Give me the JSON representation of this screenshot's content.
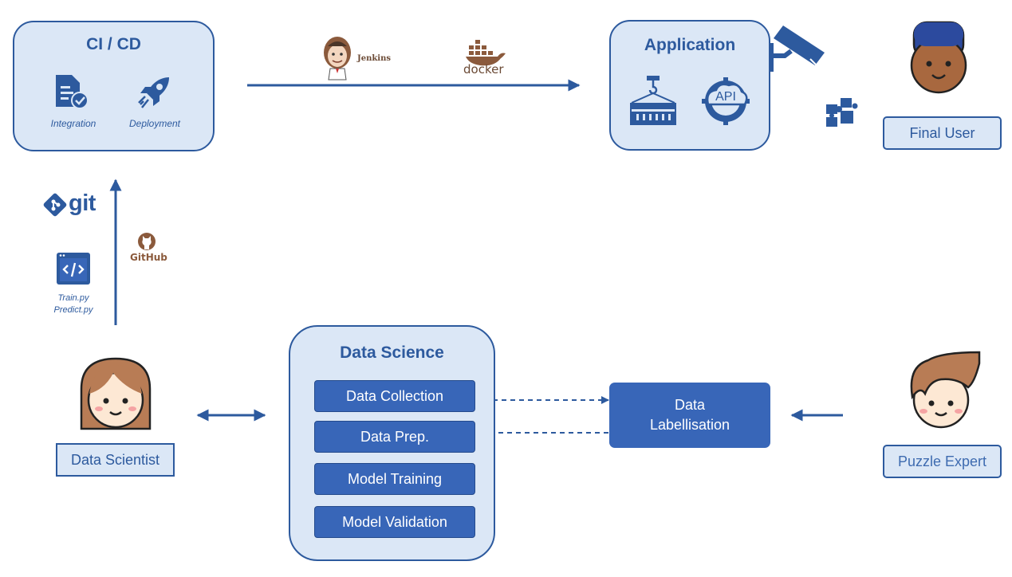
{
  "cicd": {
    "title": "CI / CD",
    "integration_label": "Integration",
    "deployment_label": "Deployment"
  },
  "tools": {
    "jenkins_label": "Jenkins",
    "docker_label": "docker",
    "git_label": "git",
    "github_label": "GitHub"
  },
  "application": {
    "title": "Application",
    "api_label": "API"
  },
  "final_user": {
    "label": "Final User"
  },
  "code": {
    "files": [
      "Train.py",
      "Predict.py"
    ]
  },
  "data_scientist": {
    "label": "Data Scientist"
  },
  "data_science": {
    "title": "Data Science",
    "steps": [
      "Data Collection",
      "Data Prep.",
      "Model Training",
      "Model Validation"
    ]
  },
  "labellisation": {
    "line1": "Data",
    "line2": "Labellisation"
  },
  "puzzle_expert": {
    "label": "Puzzle Expert"
  },
  "colors": {
    "accent": "#2d5a9e",
    "panel_fill": "#dbe7f6",
    "step_fill": "#3866b8",
    "skin_light": "#fde8d4",
    "skin_dark": "#a8683f",
    "hair_brown": "#b87c55",
    "hair_navy": "#2c4a9e"
  }
}
